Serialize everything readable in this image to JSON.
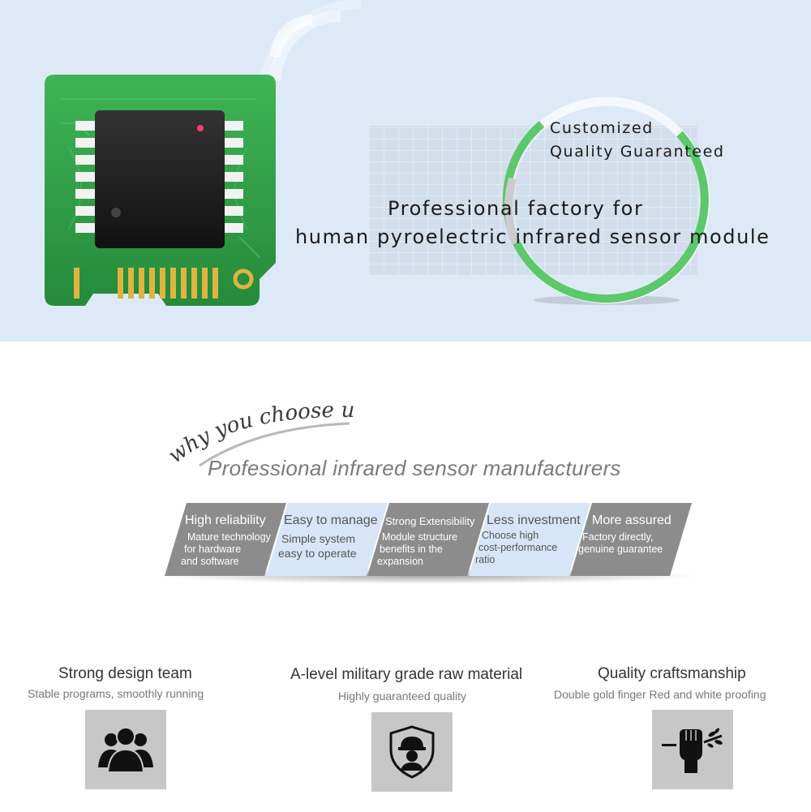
{
  "hero": {
    "tagline_line1": "Customized",
    "tagline_line2": "Quality Guaranteed",
    "headline_line1": "Professional factory for",
    "headline_line2": "human pyroelectric infrared sensor module",
    "colors": {
      "background": "#dde9f7",
      "pcb_green": "#2e9a45",
      "ring_green": "#5cc86a"
    }
  },
  "why": {
    "script_heading": "why you choose us",
    "subtitle": "Professional infrared sensor manufacturers"
  },
  "strip": [
    {
      "title": "High reliability",
      "desc_lines": [
        "Mature technology",
        "for hardware",
        "and software"
      ],
      "style": "dark"
    },
    {
      "title": "Easy to manage",
      "desc_lines": [
        "Simple system",
        "easy to operate"
      ],
      "style": "light"
    },
    {
      "title": "Strong Extensibility",
      "desc_lines": [
        "Module structure",
        "benefits in the",
        "expansion"
      ],
      "style": "dark"
    },
    {
      "title": "Less investment",
      "desc_lines": [
        "Choose high",
        "cost-performance",
        "ratio"
      ],
      "style": "light"
    },
    {
      "title": "More assured",
      "desc_lines": [
        "Factory directly,",
        "genuine guarantee"
      ],
      "style": "dark"
    }
  ],
  "features": [
    {
      "title": "Strong design team",
      "desc": "Stable programs, smoothly running",
      "icon": "team-icon"
    },
    {
      "title": "A-level military grade raw material",
      "desc": "Highly guaranteed quality",
      "icon": "worker-shield-icon"
    },
    {
      "title": "Quality craftsmanship",
      "desc": "Double gold finger Red and white proofing",
      "icon": "fist-branch-icon"
    }
  ]
}
